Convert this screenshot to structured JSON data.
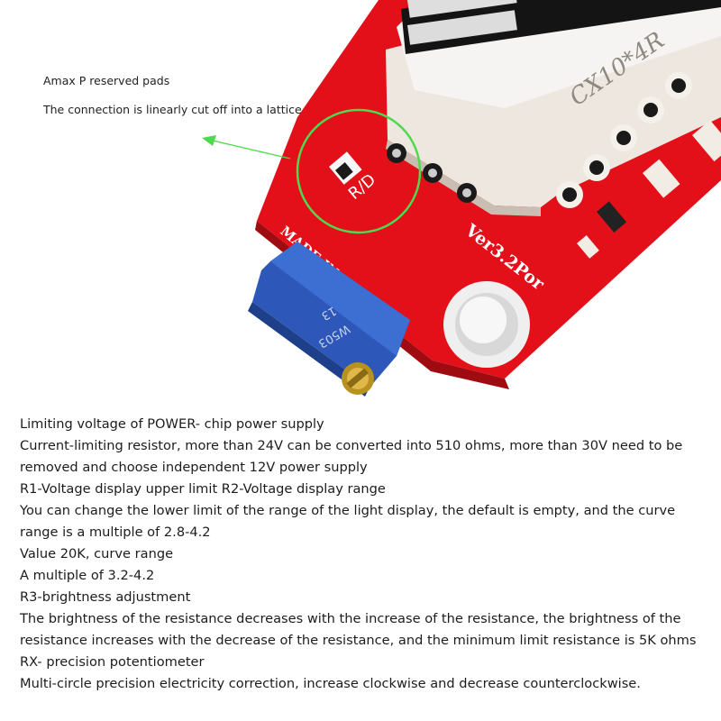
{
  "callouts": {
    "reserved_pads": "Amax P reserved pads",
    "lattice_note": "The connection is linearly cut off into a lattice"
  },
  "board": {
    "made_in": "MADE IN CHINA",
    "version": "Ver3.2Por",
    "display_part": "CX10*4R",
    "pad_label": "R/D",
    "pot_marking_1": "13",
    "pot_marking_2": "W503",
    "pcb_color": "#e3101a",
    "highlight_color": "#4fd94f",
    "pot_color": "#2d57b8"
  },
  "description": [
    "Limiting voltage of POWER- chip power supply",
    "Current-limiting resistor, more than 24V can be converted into 510 ohms, more than 30V need to be removed and choose independent 12V power supply",
    "R1-Voltage display upper limit R2-Voltage display range",
    "You can change the lower limit of the range of the light display, the default is empty, and the curve range is a multiple of 2.8-4.2",
    "Value 20K, curve range",
    "A multiple of 3.2-4.2",
    "R3-brightness adjustment",
    "The brightness of the resistance decreases with the increase of the resistance, the brightness of the resistance increases with the decrease of the resistance, and the minimum limit resistance is 5K ohms",
    "RX- precision potentiometer",
    "Multi-circle precision electricity correction, increase clockwise and decrease counterclockwise."
  ]
}
